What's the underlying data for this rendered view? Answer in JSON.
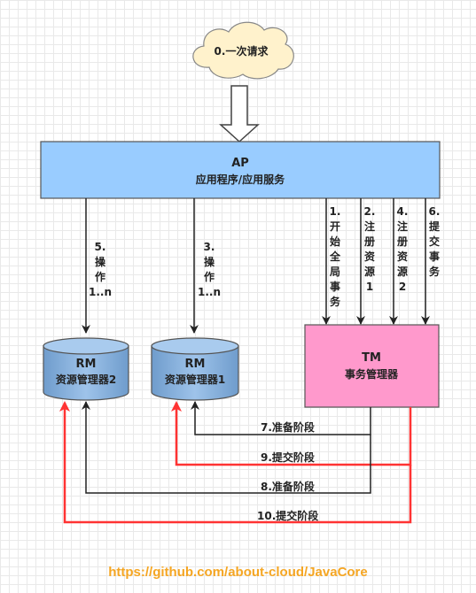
{
  "request": {
    "label": "0.一次请求"
  },
  "ap": {
    "title": "AP",
    "subtitle": "应用程序/应用服务"
  },
  "rm2": {
    "title": "RM",
    "subtitle": "资源管理器2"
  },
  "rm1": {
    "title": "RM",
    "subtitle": "资源管理器1"
  },
  "tm": {
    "title": "TM",
    "subtitle": "事务管理器"
  },
  "edges": {
    "op_rm2": {
      "num": "5.",
      "text": "操作",
      "suffix": "1..n"
    },
    "op_rm1": {
      "num": "3.",
      "text": "操作",
      "suffix": "1..n"
    },
    "begin": {
      "num": "1.",
      "text": "开始全局事务"
    },
    "reg1": {
      "num": "2.",
      "text": "注册资源1"
    },
    "reg2": {
      "num": "4.",
      "text": "注册资源2"
    },
    "commit": {
      "num": "6.",
      "text": "提交事务"
    },
    "prepare1": {
      "label": "7.准备阶段"
    },
    "commit1": {
      "label": "9.提交阶段"
    },
    "prepare2": {
      "label": "8.准备阶段"
    },
    "commit2": {
      "label": "10.提交阶段"
    }
  },
  "footer": {
    "url": "https://github.com/about-cloud/JavaCore"
  },
  "colors": {
    "ap_fill": "#99ccff",
    "rm_fill": "#7fa9d6",
    "tm_fill": "#ff99cc",
    "request_fill": "#fff2cc",
    "commit_line": "#ff3333",
    "prepare_line": "#222222",
    "footer_text": "#f5a623"
  }
}
